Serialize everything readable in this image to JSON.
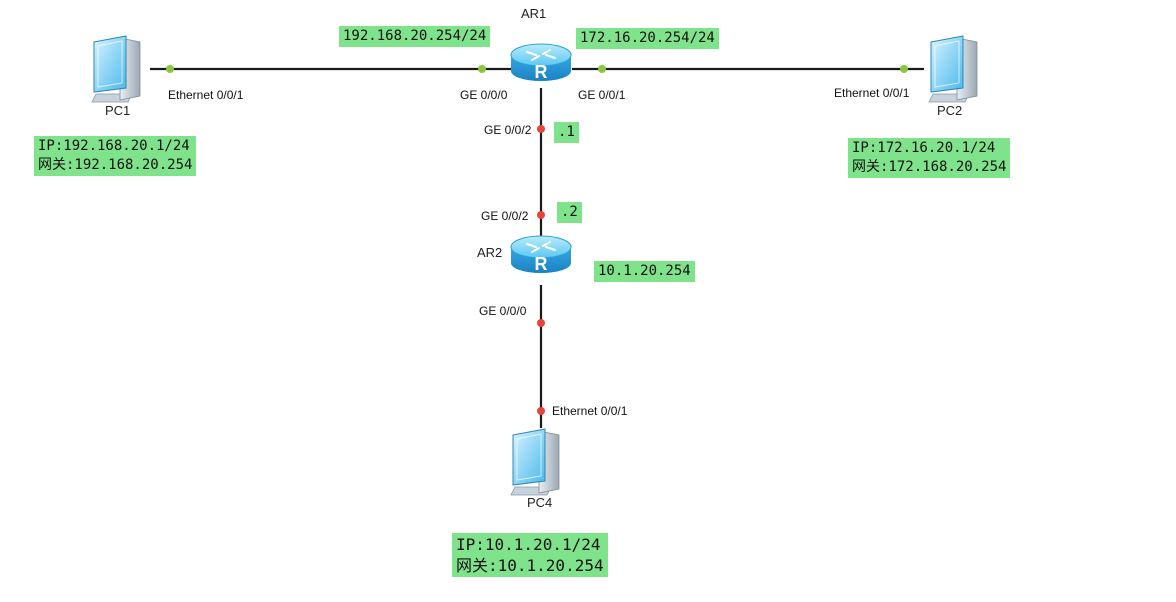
{
  "devices": {
    "ar1": {
      "name": "AR1"
    },
    "ar2": {
      "name": "AR2"
    },
    "pc1": {
      "name": "PC1"
    },
    "pc2": {
      "name": "PC2"
    },
    "pc4": {
      "name": "PC4"
    }
  },
  "ports": {
    "pc1_eth": "Ethernet 0/0/1",
    "ar1_ge000": "GE 0/0/0",
    "ar1_ge001": "GE 0/0/1",
    "pc2_eth": "Ethernet 0/0/1",
    "ar1_ge002": "GE 0/0/2",
    "ar2_ge002": "GE 0/0/2",
    "ar2_ge000": "GE 0/0/0",
    "pc4_eth": "Ethernet 0/0/1"
  },
  "notes": {
    "ar1_left_ip": "192.168.20.254/24",
    "ar1_right_ip": "172.16.20.254/24",
    "ar1_down_ip": ".1",
    "ar2_up_ip": ".2",
    "ar2_ip": "10.1.20.254",
    "pc1_ip": "IP:192.168.20.1/24",
    "pc1_gw": "网关:192.168.20.254",
    "pc2_ip": "IP:172.16.20.1/24",
    "pc2_gw": "网关:172.168.20.254",
    "pc4_ip": "IP:10.1.20.1/24",
    "pc4_gw": "网关:10.1.20.254"
  },
  "colors": {
    "link": "#1a1a1a",
    "port_up": "#8cc63f",
    "port_down": "#e8443a",
    "note_bg": "#7ee38a",
    "router_body": "#3fb7ea",
    "pc_screen": "#7fd0f5"
  }
}
